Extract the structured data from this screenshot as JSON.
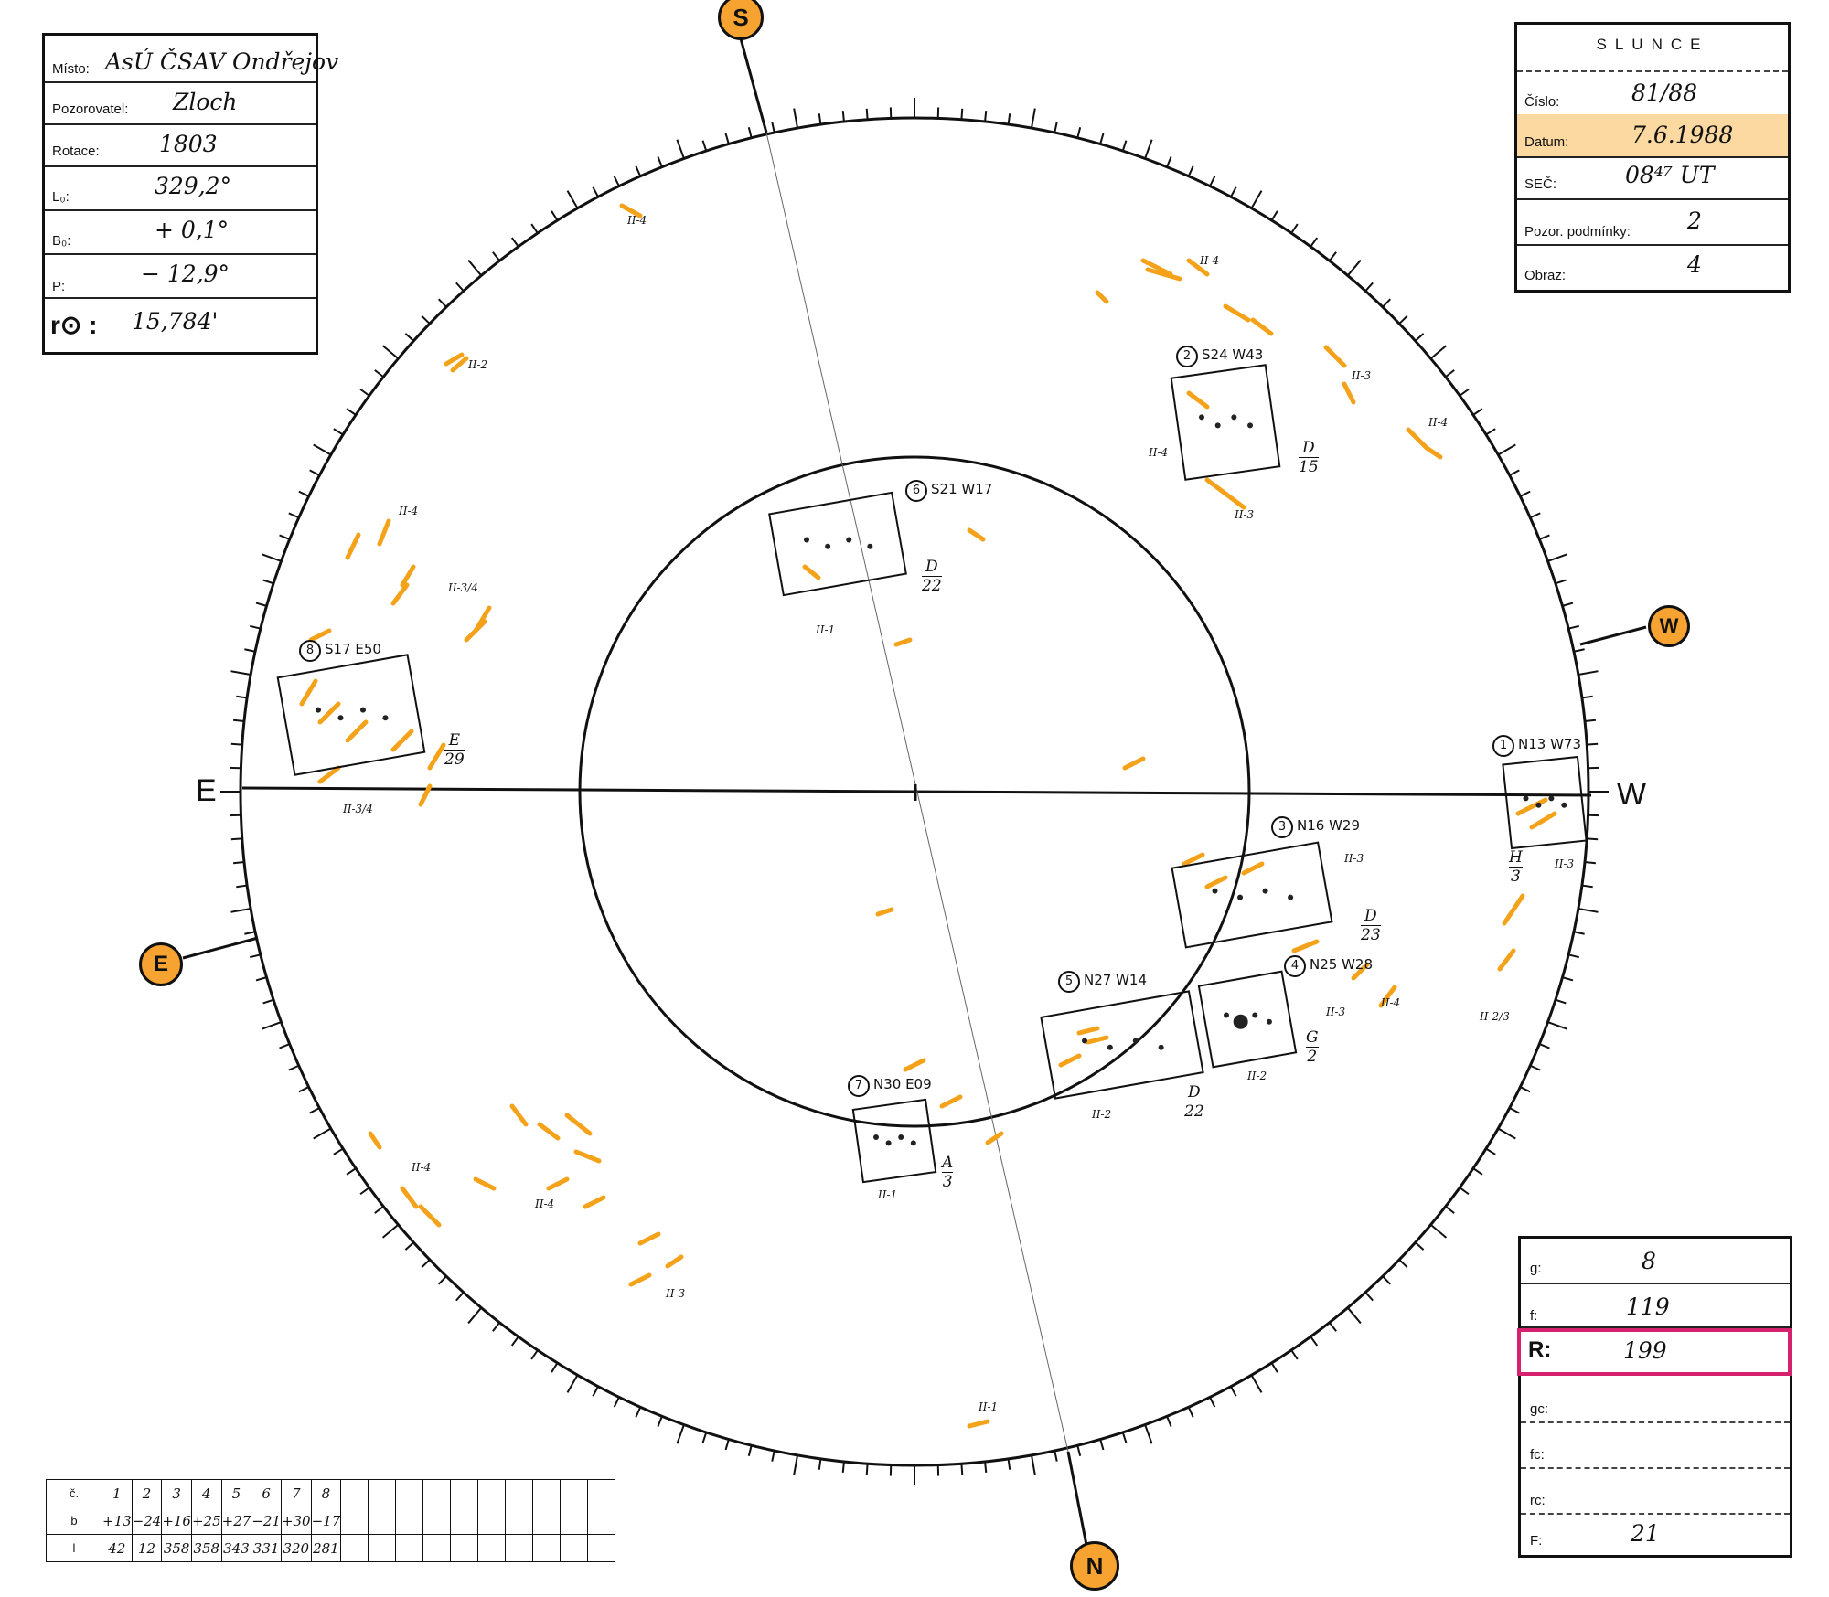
{
  "observation": {
    "misto_label": "Místo:",
    "misto": "AsÚ ČSAV Ondřejov",
    "pozorovatel_label": "Pozorovatel:",
    "pozorovatel": "Zloch",
    "rotace_label": "Rotace:",
    "rotace": "1803",
    "l0_label": "L₀:",
    "l0": "329,2°",
    "b0_label": "B₀:",
    "b0": "+ 0,1°",
    "p_label": "P:",
    "p": "− 12,9°",
    "r0_label": "r⊙ :",
    "r0": "15,784'"
  },
  "slunce": {
    "title": "SLUNCE",
    "cislo_label": "Číslo:",
    "cislo": "81/88",
    "datum_label": "Datum:",
    "datum": "7.6.1988",
    "sec_label": "SEČ:",
    "sec": "08⁴⁷ UT",
    "pozor_label": "Pozor. podmínky:",
    "pozor": "2",
    "obraz_label": "Obraz:",
    "obraz": "4"
  },
  "counts": {
    "g_label": "g:",
    "g": "8",
    "f_label": "f:",
    "f": "119",
    "r_label": "R:",
    "r": "199",
    "gc_label": "gc:",
    "fc_label": "fc:",
    "rc_label": "rc:",
    "F_label": "F:",
    "F": "21"
  },
  "directions": {
    "outer_S": "S",
    "outer_W": "W",
    "outer_E": "E",
    "outer_N": "N",
    "axis_E": "E",
    "axis_W": "W"
  },
  "regions": [
    {
      "num": "1",
      "coords": "N13 W73",
      "class_top": "H",
      "class_bot": "3"
    },
    {
      "num": "2",
      "coords": "S24 W43",
      "class_top": "D",
      "class_bot": "15"
    },
    {
      "num": "3",
      "coords": "N16 W29",
      "class_top": "D",
      "class_bot": "23"
    },
    {
      "num": "4",
      "coords": "N25 W28",
      "class_top": "G",
      "class_bot": "2"
    },
    {
      "num": "5",
      "coords": "N27 W14",
      "class_top": "D",
      "class_bot": "22"
    },
    {
      "num": "6",
      "coords": "S21 W17",
      "class_top": "D",
      "class_bot": "22"
    },
    {
      "num": "7",
      "coords": "N30 E09",
      "class_top": "A",
      "class_bot": "3"
    },
    {
      "num": "8",
      "coords": "S17 E50",
      "class_top": "E",
      "class_bot": "29"
    }
  ],
  "faculae_labels": [
    "II-4",
    "II-2",
    "II-4",
    "II-3/4",
    "II-3/4",
    "II-1",
    "II-4",
    "II-3",
    "II-4",
    "II-4",
    "II-3",
    "II-3",
    "II-3",
    "II-3",
    "II-4",
    "II-2/3",
    "II-2",
    "II-2",
    "II-1",
    "II-4",
    "II-4",
    "II-3",
    "II-1"
  ],
  "table": {
    "row_labels": [
      "č.",
      "b",
      "l"
    ],
    "numbers": [
      "1",
      "2",
      "3",
      "4",
      "5",
      "6",
      "7",
      "8"
    ],
    "b": [
      "+13",
      "−24",
      "+16",
      "+25",
      "+27",
      "−21",
      "+30",
      "−17"
    ],
    "l": [
      "42",
      "12",
      "358",
      "358",
      "343",
      "331",
      "320",
      "281"
    ]
  },
  "colors": {
    "facula": "#f5a21b",
    "ink": "#111111",
    "highlight_datum": "#f7b23a",
    "highlight_r": "#d6226e"
  }
}
